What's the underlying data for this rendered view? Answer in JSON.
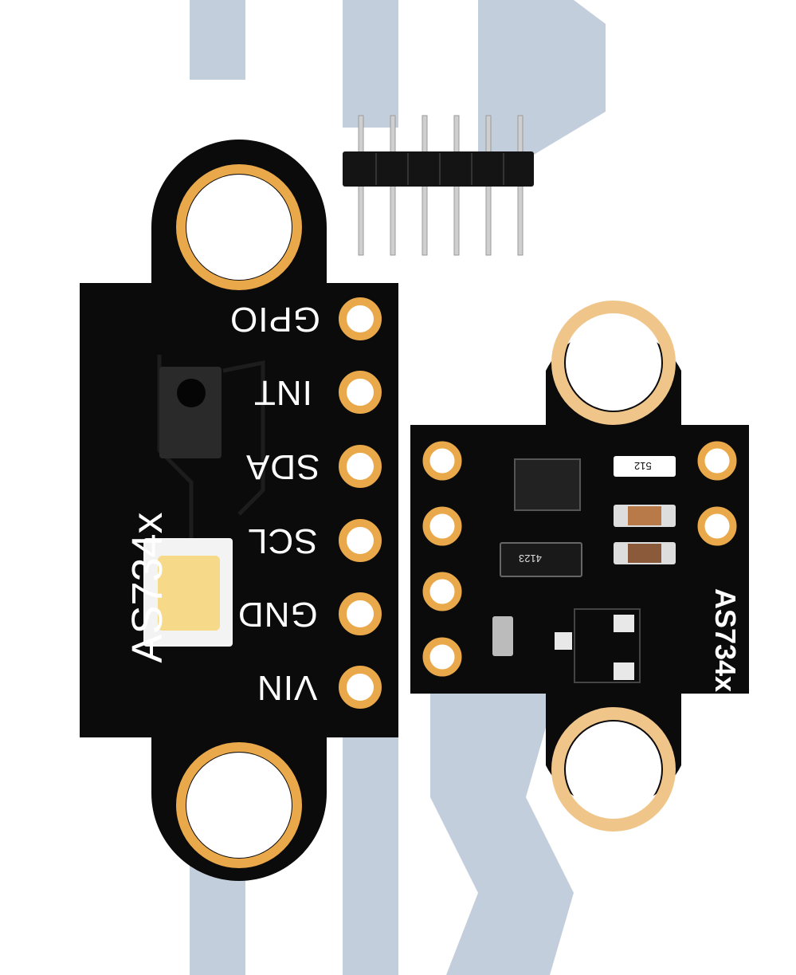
{
  "front_board": {
    "name": "AS734x",
    "pins": [
      {
        "label": "GPIO"
      },
      {
        "label": "INT"
      },
      {
        "label": "SDA"
      },
      {
        "label": "SCL"
      },
      {
        "label": "GND"
      },
      {
        "label": "VIN"
      }
    ]
  },
  "back_board": {
    "name": "AS734x",
    "resistor_code_1": "512",
    "resistor_code_2": "4123"
  },
  "header_pins": {
    "count": 6
  },
  "colors": {
    "pcb": "#0b0b0b",
    "gold": "#e9a84a",
    "copper_pad": "#f0c58a",
    "silkscreen": "#ffffff",
    "led": "#f7d98a",
    "watermark": "#b9c6d6"
  }
}
